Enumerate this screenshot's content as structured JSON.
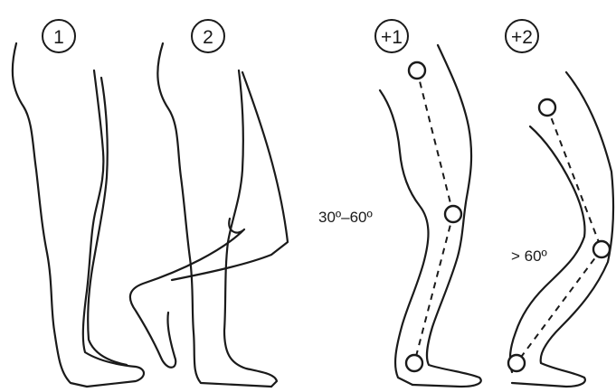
{
  "stages": [
    {
      "label": "1"
    },
    {
      "label": "2"
    },
    {
      "label": "+1",
      "angle": "30º–60º"
    },
    {
      "label": "+2",
      "angle": "> 60º"
    }
  ],
  "colors": {
    "line": "#1a1a1a",
    "background": "#ffffff"
  }
}
